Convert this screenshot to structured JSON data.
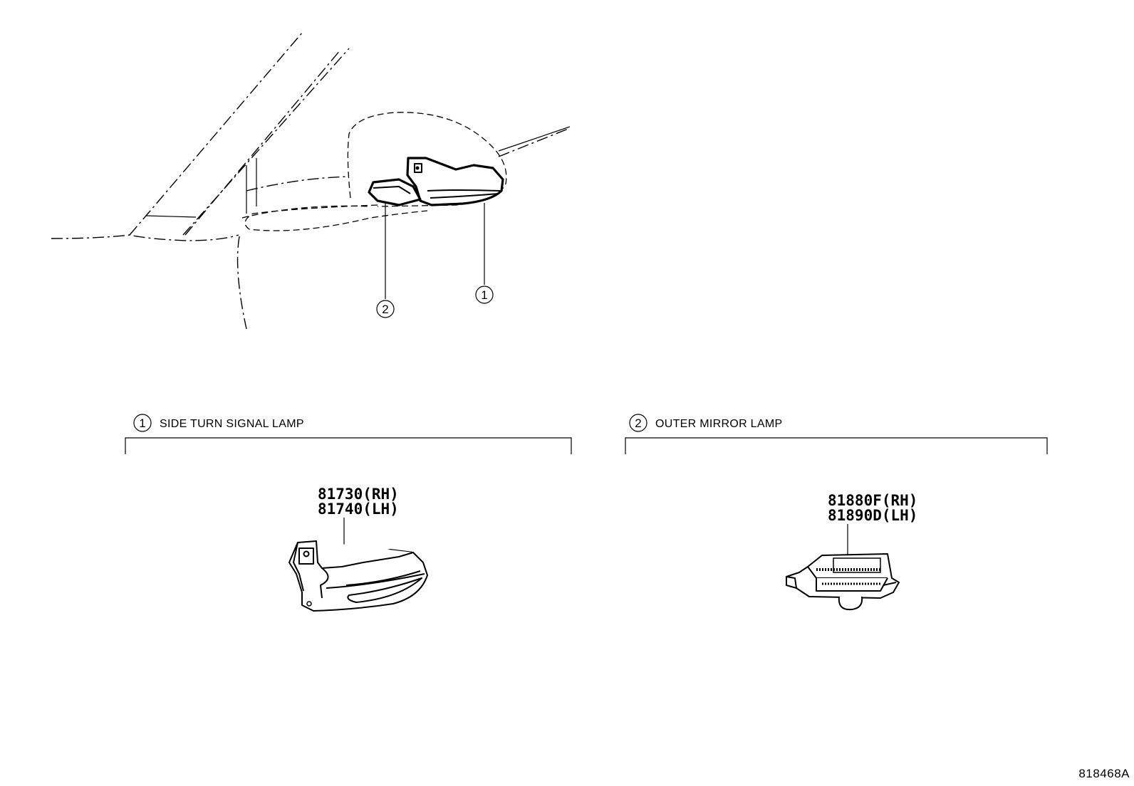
{
  "diagram": {
    "callouts": [
      {
        "id": "c1",
        "num": "1"
      },
      {
        "id": "c2",
        "num": "2"
      }
    ],
    "sections": [
      {
        "num": "1",
        "title": "SIDE TURN SIGNAL LAMP",
        "part_numbers": [
          "81730(RH)",
          "81740(LH)"
        ]
      },
      {
        "num": "2",
        "title": "OUTER MIRROR LAMP",
        "part_numbers": [
          "81880F(RH)",
          "81890D(LH)"
        ]
      }
    ],
    "drawing_code": "818468A"
  }
}
